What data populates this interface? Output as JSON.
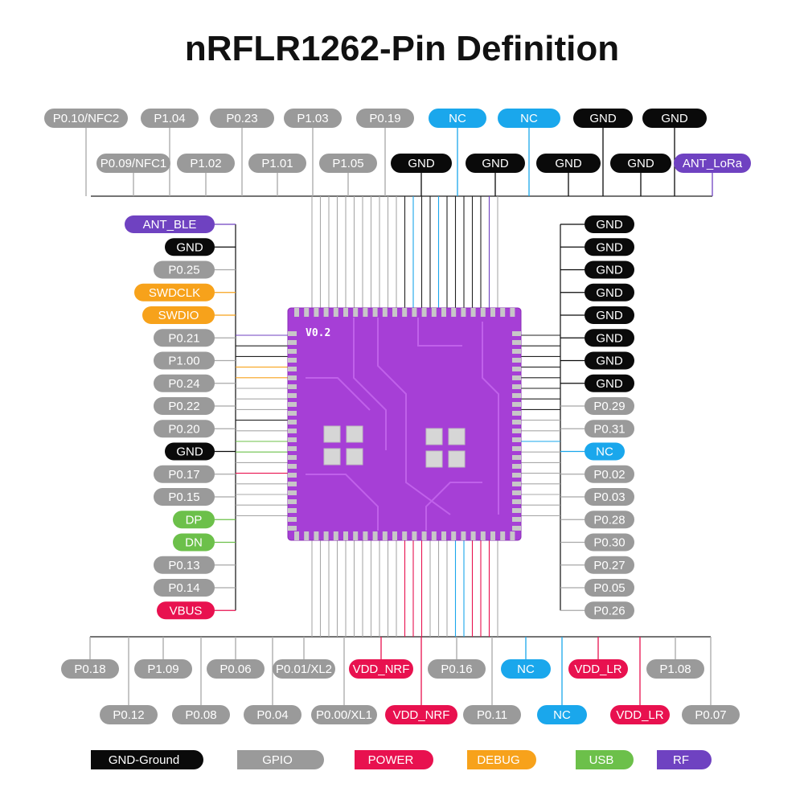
{
  "title": "nRFLR1262-Pin Definition",
  "chip_label": "V0.2",
  "colors": {
    "gnd": "#0a0a0a",
    "gpio": "#9a9a9a",
    "power": "#e8114f",
    "debug": "#f7a21b",
    "usb": "#6cc04a",
    "rf": "#6f42c1",
    "nc": "#1aa7ec",
    "chip": "#a63fd6",
    "chip_edge": "#c7c7c7",
    "wire_default": "#a8a8a8"
  },
  "top_row1": [
    {
      "label": "P0.10/NFC2",
      "type": "gpio"
    },
    {
      "label": "P1.04",
      "type": "gpio"
    },
    {
      "label": "P0.23",
      "type": "gpio"
    },
    {
      "label": "P1.03",
      "type": "gpio"
    },
    {
      "label": "P0.19",
      "type": "gpio"
    },
    {
      "label": "NC",
      "type": "nc"
    },
    {
      "label": "NC",
      "type": "nc"
    },
    {
      "label": "GND",
      "type": "gnd"
    },
    {
      "label": "GND",
      "type": "gnd"
    }
  ],
  "top_row2": [
    {
      "label": "P0.09/NFC1",
      "type": "gpio"
    },
    {
      "label": "P1.02",
      "type": "gpio"
    },
    {
      "label": "P1.01",
      "type": "gpio"
    },
    {
      "label": "P1.05",
      "type": "gpio"
    },
    {
      "label": "GND",
      "type": "gnd"
    },
    {
      "label": "GND",
      "type": "gnd"
    },
    {
      "label": "GND",
      "type": "gnd"
    },
    {
      "label": "GND",
      "type": "gnd"
    },
    {
      "label": "ANT_LoRa",
      "type": "rf"
    }
  ],
  "left": [
    {
      "label": "ANT_BLE",
      "type": "rf"
    },
    {
      "label": "GND",
      "type": "gnd"
    },
    {
      "label": "P0.25",
      "type": "gpio"
    },
    {
      "label": "SWDCLK",
      "type": "debug"
    },
    {
      "label": "SWDIO",
      "type": "debug"
    },
    {
      "label": "P0.21",
      "type": "gpio"
    },
    {
      "label": "P1.00",
      "type": "gpio"
    },
    {
      "label": "P0.24",
      "type": "gpio"
    },
    {
      "label": "P0.22",
      "type": "gpio"
    },
    {
      "label": "P0.20",
      "type": "gpio"
    },
    {
      "label": "GND",
      "type": "gnd"
    },
    {
      "label": "P0.17",
      "type": "gpio"
    },
    {
      "label": "P0.15",
      "type": "gpio"
    },
    {
      "label": "DP",
      "type": "usb"
    },
    {
      "label": "DN",
      "type": "usb"
    },
    {
      "label": "P0.13",
      "type": "gpio"
    },
    {
      "label": "P0.14",
      "type": "gpio"
    },
    {
      "label": "VBUS",
      "type": "power"
    }
  ],
  "right": [
    {
      "label": "GND",
      "type": "gnd"
    },
    {
      "label": "GND",
      "type": "gnd"
    },
    {
      "label": "GND",
      "type": "gnd"
    },
    {
      "label": "GND",
      "type": "gnd"
    },
    {
      "label": "GND",
      "type": "gnd"
    },
    {
      "label": "GND",
      "type": "gnd"
    },
    {
      "label": "GND",
      "type": "gnd"
    },
    {
      "label": "GND",
      "type": "gnd"
    },
    {
      "label": "P0.29",
      "type": "gpio"
    },
    {
      "label": "P0.31",
      "type": "gpio"
    },
    {
      "label": "NC",
      "type": "nc"
    },
    {
      "label": "P0.02",
      "type": "gpio"
    },
    {
      "label": "P0.03",
      "type": "gpio"
    },
    {
      "label": "P0.28",
      "type": "gpio"
    },
    {
      "label": "P0.30",
      "type": "gpio"
    },
    {
      "label": "P0.27",
      "type": "gpio"
    },
    {
      "label": "P0.05",
      "type": "gpio"
    },
    {
      "label": "P0.26",
      "type": "gpio"
    }
  ],
  "bottom_row1": [
    {
      "label": "P0.18",
      "type": "gpio"
    },
    {
      "label": "P1.09",
      "type": "gpio"
    },
    {
      "label": "P0.06",
      "type": "gpio"
    },
    {
      "label": "P0.01/XL2",
      "type": "gpio"
    },
    {
      "label": "VDD_NRF",
      "type": "power"
    },
    {
      "label": "P0.16",
      "type": "gpio"
    },
    {
      "label": "NC",
      "type": "nc"
    },
    {
      "label": "VDD_LR",
      "type": "power"
    },
    {
      "label": "P1.08",
      "type": "gpio"
    }
  ],
  "bottom_row2": [
    {
      "label": "P0.12",
      "type": "gpio"
    },
    {
      "label": "P0.08",
      "type": "gpio"
    },
    {
      "label": "P0.04",
      "type": "gpio"
    },
    {
      "label": "P0.00/XL1",
      "type": "gpio"
    },
    {
      "label": "VDD_NRF",
      "type": "power"
    },
    {
      "label": "P0.11",
      "type": "gpio"
    },
    {
      "label": "NC",
      "type": "nc"
    },
    {
      "label": "VDD_LR",
      "type": "power"
    },
    {
      "label": "P0.07",
      "type": "gpio"
    }
  ],
  "legend": [
    {
      "label": "GND-Ground",
      "type": "gnd"
    },
    {
      "label": "GPIO",
      "type": "gpio"
    },
    {
      "label": "POWER",
      "type": "power"
    },
    {
      "label": "DEBUG",
      "type": "debug"
    },
    {
      "label": "USB",
      "type": "usb"
    },
    {
      "label": "RF",
      "type": "rf"
    }
  ]
}
